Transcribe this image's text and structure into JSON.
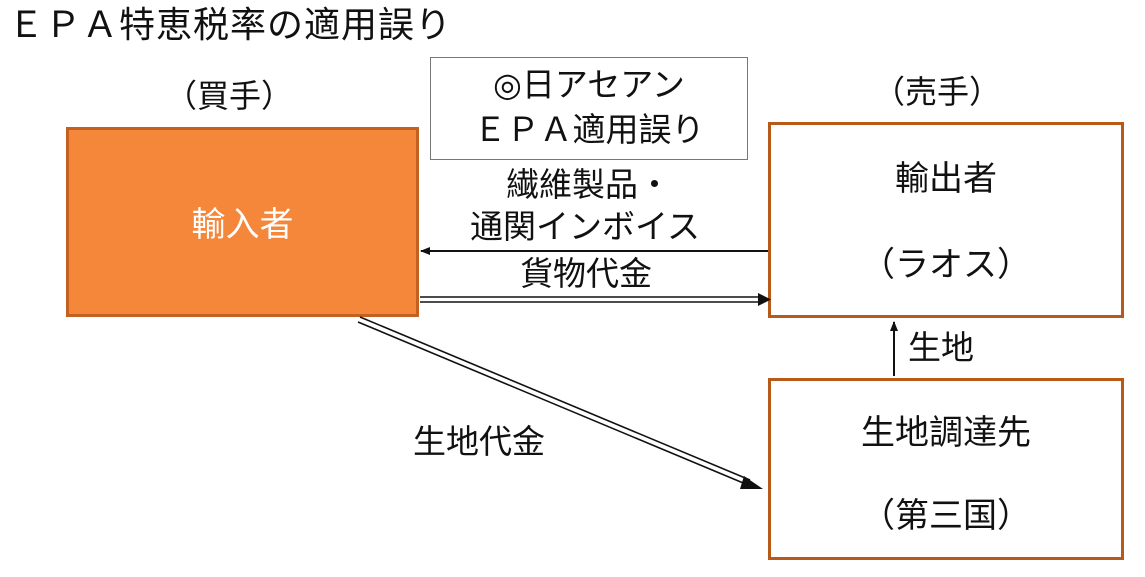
{
  "title": "ＥＰＡ特恵税率の適用誤り",
  "roles": {
    "buyer": "（買手）",
    "seller": "（売手）"
  },
  "note": {
    "line1": "◎日アセアン",
    "line2": "ＥＰＡ適用誤り"
  },
  "nodes": {
    "importer": {
      "label": "輸入者"
    },
    "exporter": {
      "label": "輸出者",
      "country": "（ラオス）"
    },
    "supplier": {
      "label": "生地調達先",
      "country": "（第三国）"
    }
  },
  "flows": {
    "goods_line1": "繊維製品・",
    "goods_line2": "通関インボイス",
    "payment": "貨物代金",
    "fabric": "生地",
    "fabric_payment": "生地代金"
  },
  "colors": {
    "importer_fill": "#f5873a",
    "box_border": "#b85a17",
    "importer_text": "#ffffff"
  }
}
